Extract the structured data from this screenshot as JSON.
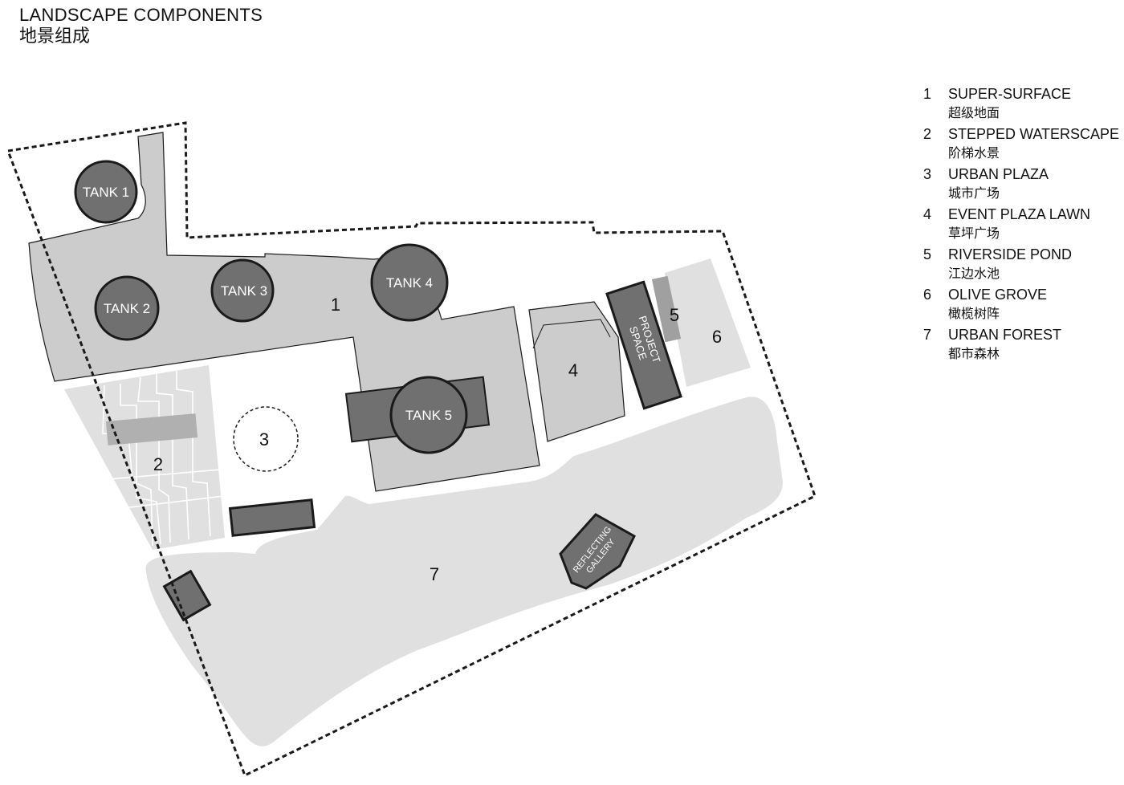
{
  "title": {
    "en": "LANDSCAPE COMPONENTS",
    "zh": "地景组成"
  },
  "colors": {
    "zone_dark_fill": "#707070",
    "zone_mid_fill": "#cccccc",
    "zone_light_fill": "#e0e0e0",
    "outline": "#1a1a1a"
  },
  "legend": [
    {
      "num": "1",
      "en": "SUPER-SURFACE",
      "zh": "超级地面"
    },
    {
      "num": "2",
      "en": "STEPPED WATERSCAPE",
      "zh": "阶梯水景"
    },
    {
      "num": "3",
      "en": "URBAN PLAZA",
      "zh": "城市广场"
    },
    {
      "num": "4",
      "en": "EVENT PLAZA LAWN",
      "zh": "草坪广场"
    },
    {
      "num": "5",
      "en": "RIVERSIDE POND",
      "zh": "江边水池"
    },
    {
      "num": "6",
      "en": "OLIVE GROVE",
      "zh": "橄榄树阵"
    },
    {
      "num": "7",
      "en": "URBAN FOREST",
      "zh": "都市森林"
    }
  ],
  "map": {
    "tanks": [
      "TANK 1",
      "TANK 2",
      "TANK 3",
      "TANK 4",
      "TANK 5"
    ],
    "zone_numbers": [
      "1",
      "2",
      "3",
      "4",
      "5",
      "6",
      "7"
    ],
    "project_space": [
      "PROJECT",
      "SPACE"
    ],
    "reflecting_gallery": [
      "REFLECTING",
      "GALLERY"
    ]
  }
}
